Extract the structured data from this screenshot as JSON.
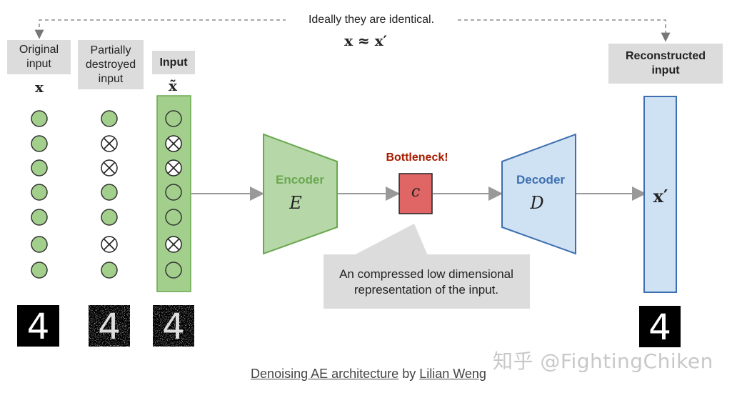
{
  "top_note": "Ideally they are identical.",
  "top_equation": "x ≈ x′",
  "columns": {
    "original": {
      "label": "Original input",
      "symbol": "x"
    },
    "partial": {
      "label": "Partially destroyed input"
    },
    "input": {
      "label": "Input",
      "symbol": "x̃"
    },
    "reconstructed": {
      "label": "Reconstructed input",
      "symbol": "x′"
    }
  },
  "encoder": {
    "label": "Encoder",
    "symbol": "E"
  },
  "bottleneck": {
    "label": "Bottleneck!",
    "symbol": "c"
  },
  "decoder": {
    "label": "Decoder",
    "symbol": "D"
  },
  "callout": "An compressed low dimensional representation of the input.",
  "nodes": {
    "original": [
      "ok",
      "ok",
      "ok",
      "ok",
      "ok",
      "ok",
      "ok"
    ],
    "partial": [
      "ok",
      "x",
      "x",
      "ok",
      "ok",
      "x",
      "ok"
    ],
    "input": [
      "ok",
      "x",
      "x",
      "ok",
      "ok",
      "x",
      "ok"
    ]
  },
  "digit_glyph": "4",
  "caption": {
    "link1": "Denoising AE architecture",
    "by": "by",
    "link2": "Lilian Weng"
  },
  "watermark": "知乎 @FightingChiken",
  "colors": {
    "green_fill": "#a3cf8c",
    "green_stroke": "#6aa84f",
    "blue_fill": "#cfe2f3",
    "blue_stroke": "#3d6fb0",
    "red_fill": "#e06666",
    "label_bg": "#dcdcdc",
    "arrow": "#999999",
    "bottleneck_text": "#a61c00"
  }
}
